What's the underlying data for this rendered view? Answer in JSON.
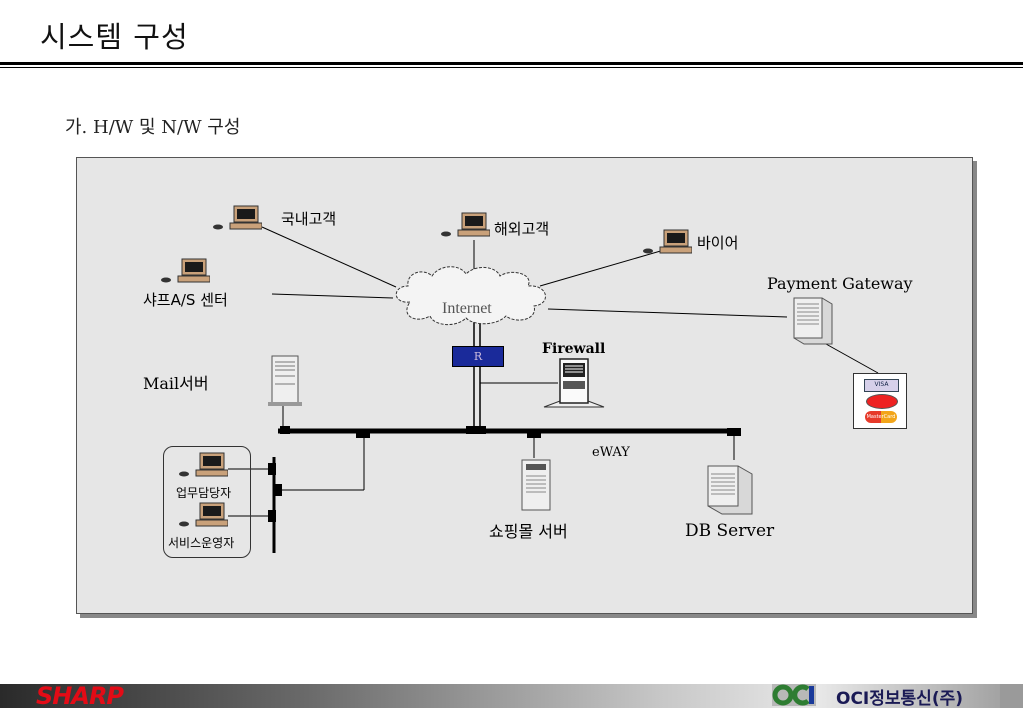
{
  "page": {
    "title": "시스템 구성",
    "subtitle": "가. H/W 및 N/W 구성"
  },
  "diagram": {
    "cloud_label": "Internet",
    "nodes": {
      "domestic_customer": "국내고객",
      "overseas_customer": "해외고객",
      "buyer": "바이어",
      "sharp_as_center": "샤프A/S 센터",
      "payment_gateway": "Payment Gateway",
      "mail_server": "Mail서버",
      "firewall": "Firewall",
      "router": "R",
      "eway": "eWAY",
      "shopping_mall_server": "쇼핑몰 서버",
      "db_server": "DB Server",
      "staff_in_charge": "업무담당자",
      "service_operator": "서비스운영자"
    },
    "card_logos": [
      "VISA",
      "MasterCard"
    ]
  },
  "footer": {
    "left_logo_text": "SHARP",
    "right_logo_text": "OCI정보통신(주)"
  },
  "colors": {
    "frame_bg": "#e6e6e6",
    "router_blue": "#1a2a9a",
    "sharp_red": "#e30b16",
    "oci_green": "#2e7d32",
    "oci_blue": "#1a3a9a"
  }
}
